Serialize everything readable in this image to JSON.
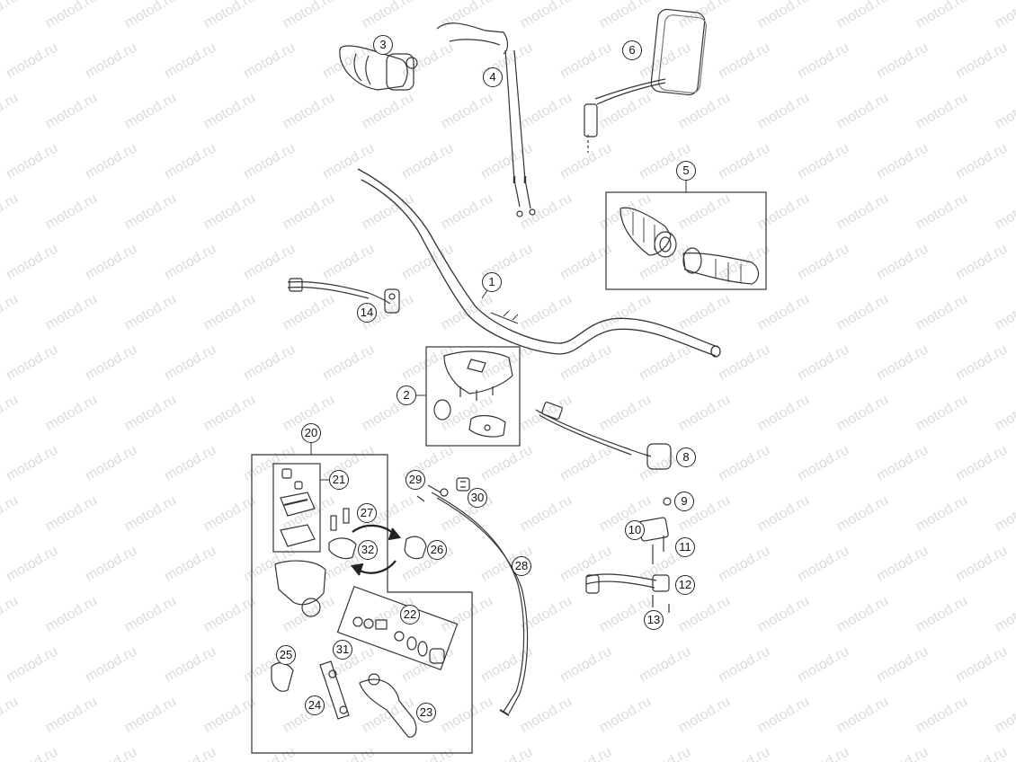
{
  "watermark": {
    "text": "motod.ru"
  },
  "callouts": [
    {
      "n": "1",
      "filled": false
    },
    {
      "n": "2",
      "filled": false
    },
    {
      "n": "3",
      "filled": false
    },
    {
      "n": "4",
      "filled": false
    },
    {
      "n": "5",
      "filled": false
    },
    {
      "n": "6",
      "filled": false
    },
    {
      "n": "8",
      "filled": false
    },
    {
      "n": "9",
      "filled": false
    },
    {
      "n": "10",
      "filled": false
    },
    {
      "n": "11",
      "filled": false
    },
    {
      "n": "12",
      "filled": false
    },
    {
      "n": "13",
      "filled": false
    },
    {
      "n": "14",
      "filled": false
    },
    {
      "n": "20",
      "filled": false
    },
    {
      "n": "21",
      "filled": false
    },
    {
      "n": "22",
      "filled": false
    },
    {
      "n": "23",
      "filled": false
    },
    {
      "n": "24",
      "filled": false
    },
    {
      "n": "25",
      "filled": false
    },
    {
      "n": "26",
      "filled": false
    },
    {
      "n": "27",
      "filled": false
    },
    {
      "n": "28",
      "filled": false
    },
    {
      "n": "29",
      "filled": false
    },
    {
      "n": "30",
      "filled": false
    },
    {
      "n": "31",
      "filled": false
    },
    {
      "n": "32",
      "filled": false
    }
  ]
}
